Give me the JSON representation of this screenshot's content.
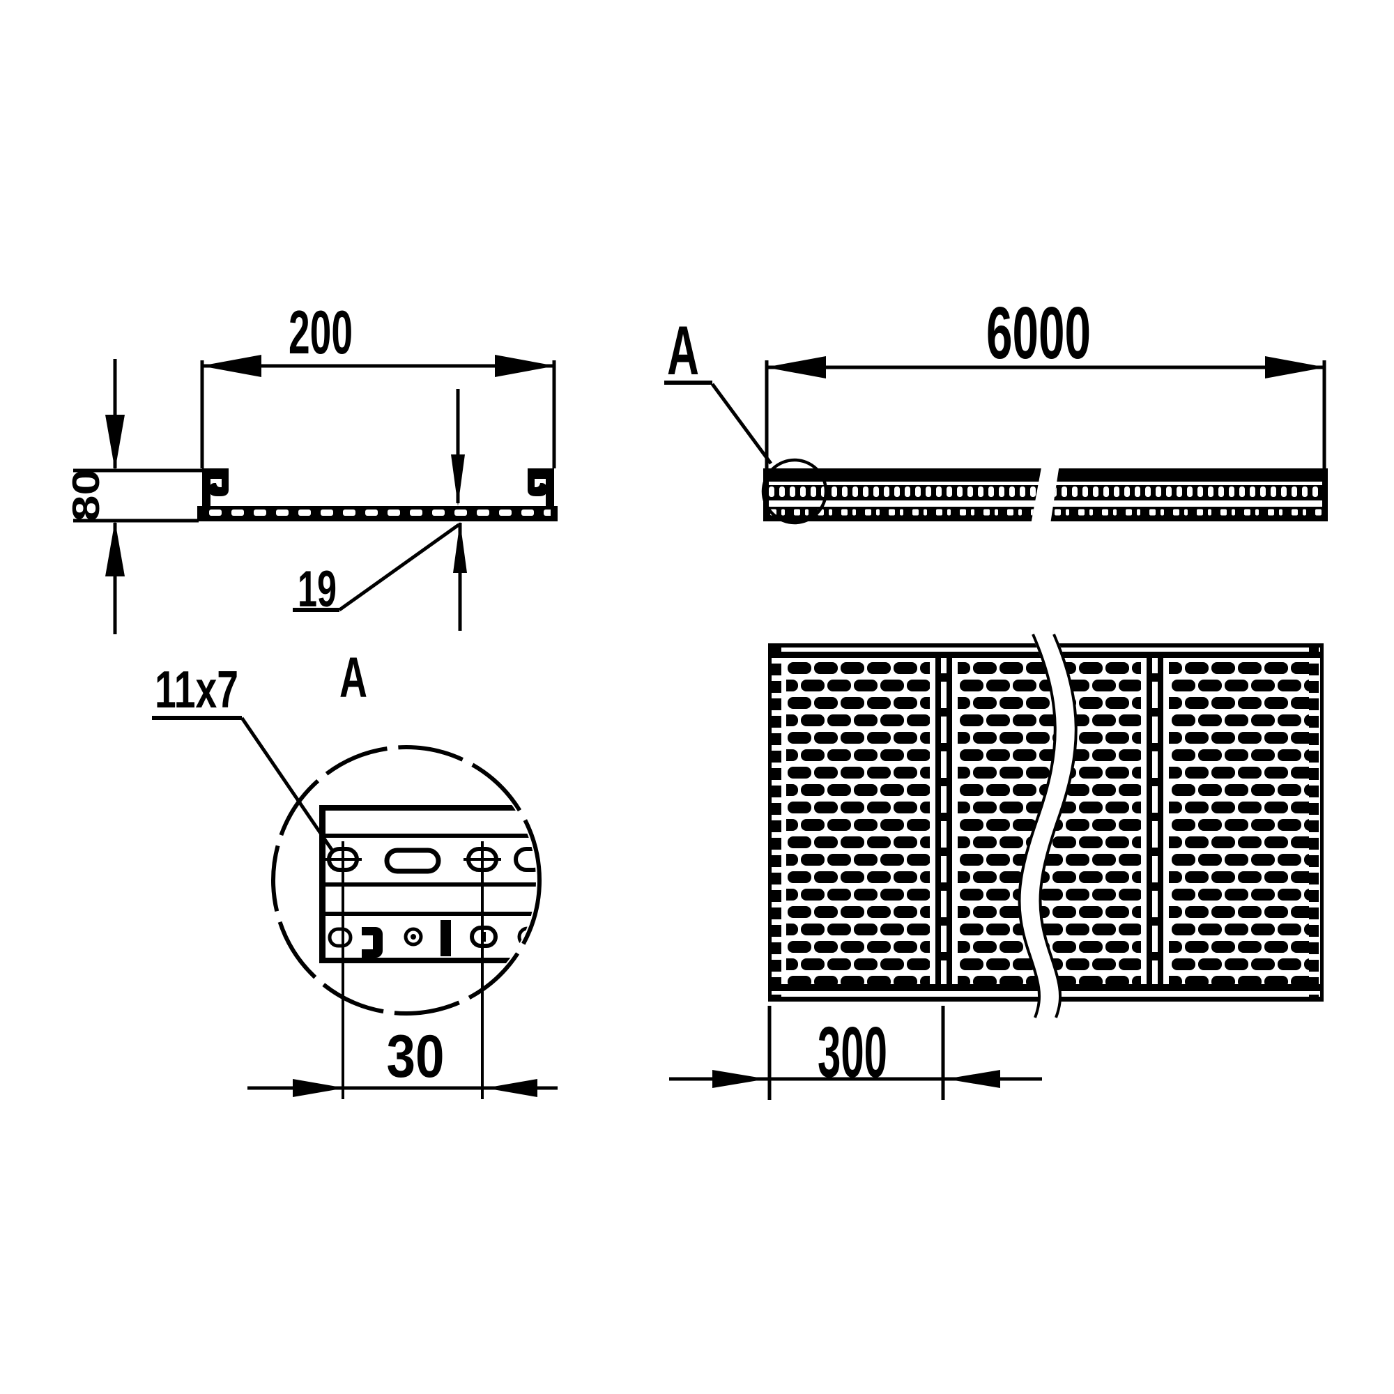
{
  "colors": {
    "ink": "#000000",
    "paper": "#ffffff"
  },
  "views": {
    "cross_section": {
      "width_dim": "200",
      "height_dim": "80",
      "flange_dim": "19"
    },
    "side_view": {
      "length_dim": "6000",
      "detail_callout": "A"
    },
    "detail_a": {
      "title": "A",
      "hole_size": "11x7",
      "hole_spacing": "30"
    },
    "plan_view": {
      "module_spacing": "300"
    }
  }
}
